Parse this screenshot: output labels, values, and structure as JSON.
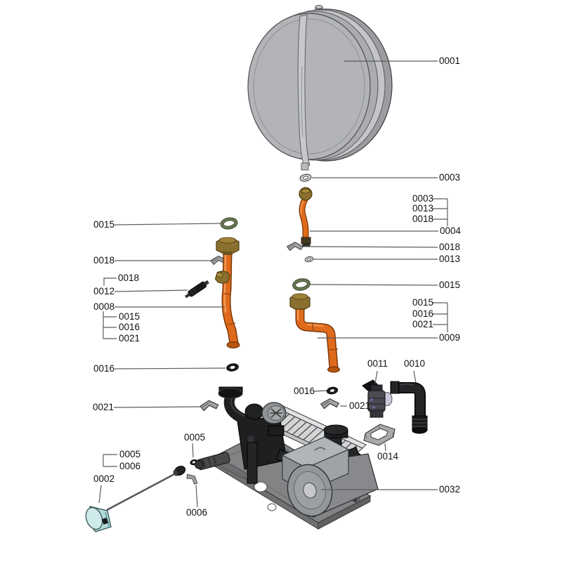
{
  "figure": {
    "kind": "exploded-parts-diagram",
    "subject": "boiler expansion vessel, pipes and pump assembly",
    "background": "#ffffff",
    "label_color": "#111111",
    "leader_line_color": "#5c5c5c"
  },
  "colors": {
    "pipe_orange": "#e06a1c",
    "pipe_orange_dark": "#7a3808",
    "brass": "#8a6f2e",
    "vessel_gray": "#b2b4b7",
    "part_black": "#1d1f21",
    "plate_gray": "#818385",
    "oring_green": "#4c5c3c",
    "sensor_teal": "#aed8d8",
    "clip_gray": "#9fa1a3"
  },
  "callouts": [
    {
      "text": "0001"
    },
    {
      "text": "0003"
    },
    {
      "text": "0003"
    },
    {
      "text": "0013"
    },
    {
      "text": "0018"
    },
    {
      "text": "0004"
    },
    {
      "text": "0018"
    },
    {
      "text": "0013"
    },
    {
      "text": "0015"
    },
    {
      "text": "0015"
    },
    {
      "text": "0016"
    },
    {
      "text": "0021"
    },
    {
      "text": "0009"
    },
    {
      "text": "0011"
    },
    {
      "text": "0010"
    },
    {
      "text": "0016"
    },
    {
      "text": "0021"
    },
    {
      "text": "0014"
    },
    {
      "text": "0032"
    },
    {
      "text": "0015"
    },
    {
      "text": "0018"
    },
    {
      "text": "0018"
    },
    {
      "text": "0012"
    },
    {
      "text": "0008"
    },
    {
      "text": "0015"
    },
    {
      "text": "0016"
    },
    {
      "text": "0021"
    },
    {
      "text": "0016"
    },
    {
      "text": "0021"
    },
    {
      "text": "0005"
    },
    {
      "text": "0005"
    },
    {
      "text": "0006"
    },
    {
      "text": "0002"
    },
    {
      "text": "0006"
    }
  ]
}
